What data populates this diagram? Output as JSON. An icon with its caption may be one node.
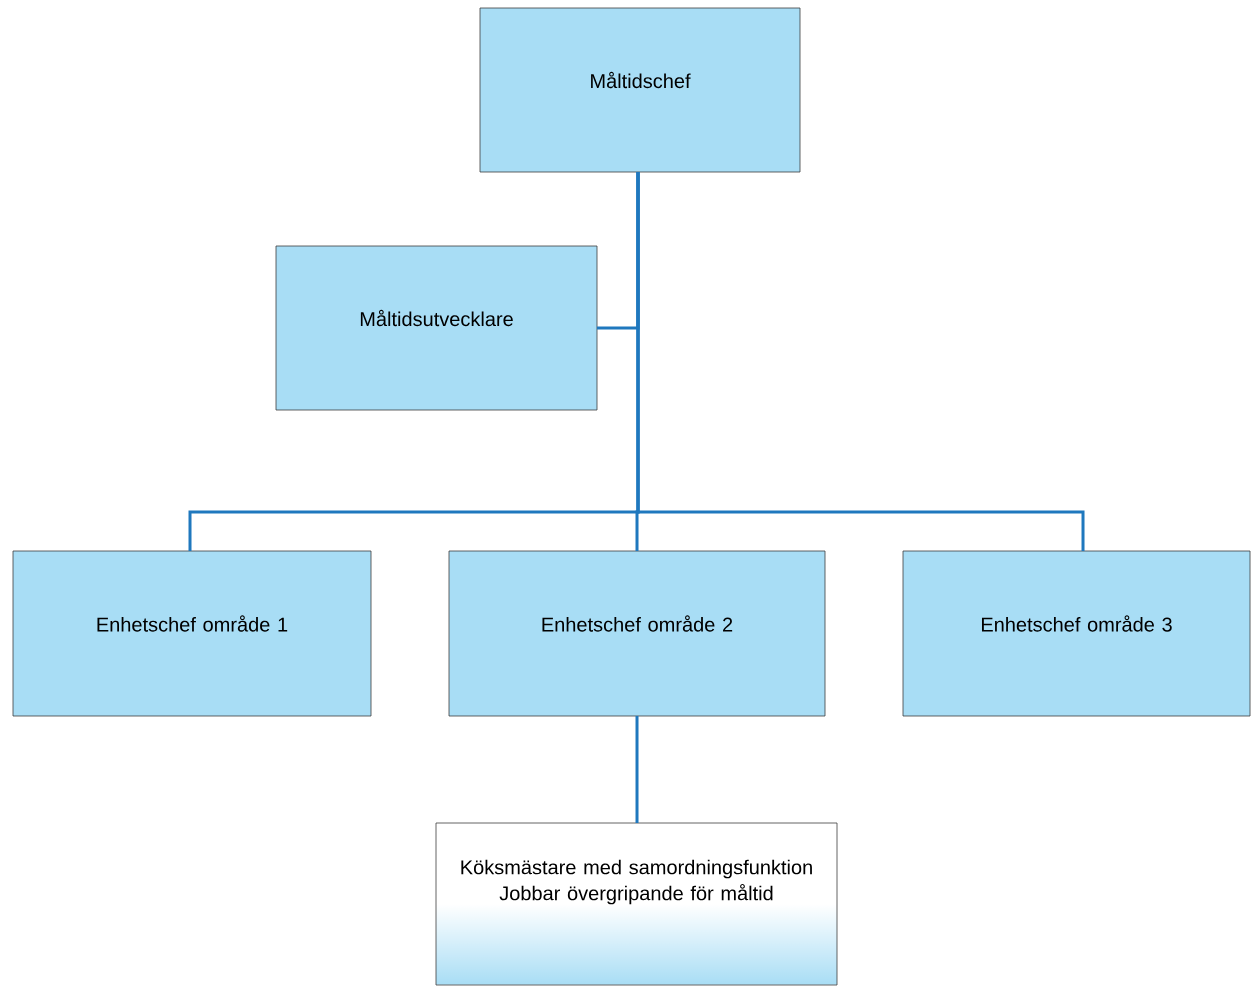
{
  "diagram": {
    "nodes": [
      {
        "text": [
          "Måltidschef"
        ]
      },
      {
        "text": [
          "Måltidsutvecklare"
        ]
      },
      {
        "text": [
          "Enhetschef område 1"
        ]
      },
      {
        "text": [
          "Enhetschef område 2"
        ]
      },
      {
        "text": [
          "Enhetschef område 3"
        ]
      },
      {
        "text": [
          "Köksmästare med samordningsfunktion",
          "Jobbar övergripande för måltid"
        ]
      }
    ],
    "edges": [
      {
        "from": 0,
        "to": 1,
        "arrow": "none"
      },
      {
        "from": 0,
        "to": 2,
        "arrow": "none"
      },
      {
        "from": 0,
        "to": 3,
        "arrow": "none"
      },
      {
        "from": 0,
        "to": 4,
        "arrow": "none"
      },
      {
        "from": 3,
        "to": 5,
        "arrow": "none"
      }
    ]
  }
}
